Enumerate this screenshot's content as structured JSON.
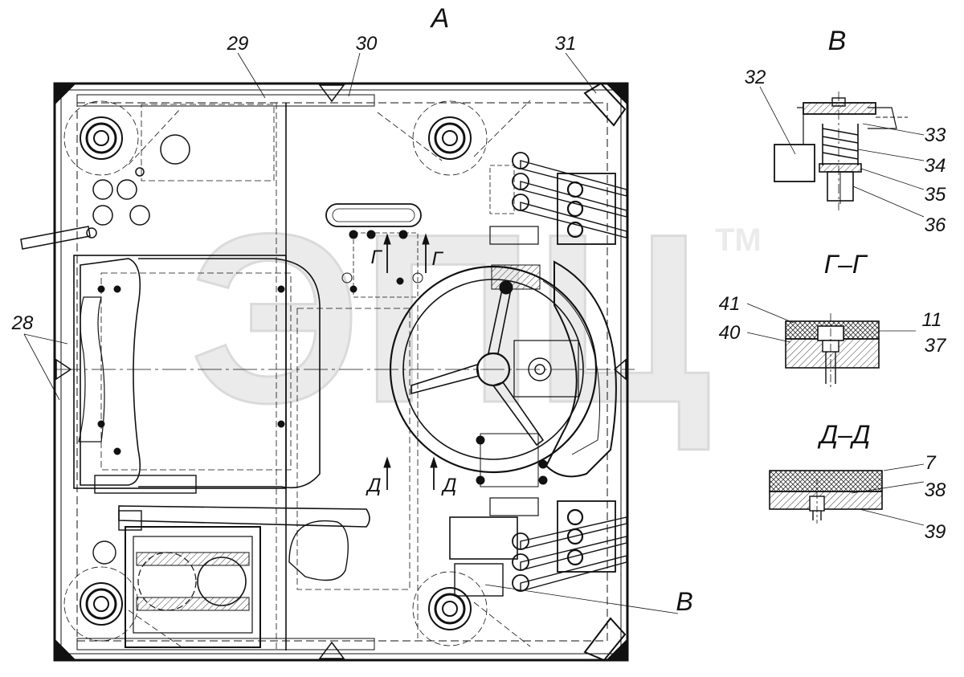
{
  "view_labels": {
    "main_view": "А",
    "detail_view": "В",
    "section_g": "Г–Г",
    "section_d": "Д–Д",
    "callout_v": "В",
    "arrow_g_left": "Г",
    "arrow_g_right": "Г",
    "arrow_d_left": "Д",
    "arrow_d_right": "Д"
  },
  "part_numbers": {
    "p28_top": "28",
    "p29": "29",
    "p30": "30",
    "p31": "31",
    "p32": "32",
    "p33": "33",
    "p34": "34",
    "p35": "35",
    "p36": "36",
    "p41": "41",
    "p40": "40",
    "p11": "11",
    "p37": "37",
    "p7": "7",
    "p38": "38",
    "p39": "39"
  },
  "watermark": {
    "text": "ЭПЦ",
    "tm": "TM"
  },
  "colors": {
    "line": "#111111",
    "hatch": "#333333",
    "watermark": "#d8d8d8"
  }
}
